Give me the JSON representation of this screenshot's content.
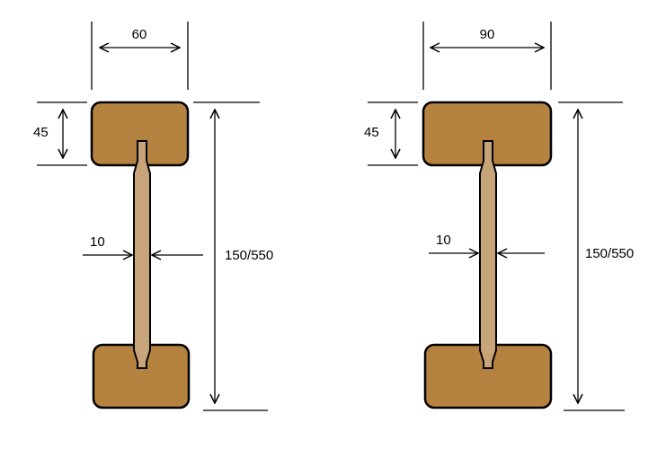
{
  "colors": {
    "flange": "#b5833f",
    "web": "#c8a47a",
    "outline": "#000000",
    "background": "#ffffff"
  },
  "beams": [
    {
      "flange_width": "60",
      "flange_height": "45",
      "web_thickness": "10",
      "total_height": "150/550"
    },
    {
      "flange_width": "90",
      "flange_height": "45",
      "web_thickness": "10",
      "total_height": "150/550"
    }
  ]
}
